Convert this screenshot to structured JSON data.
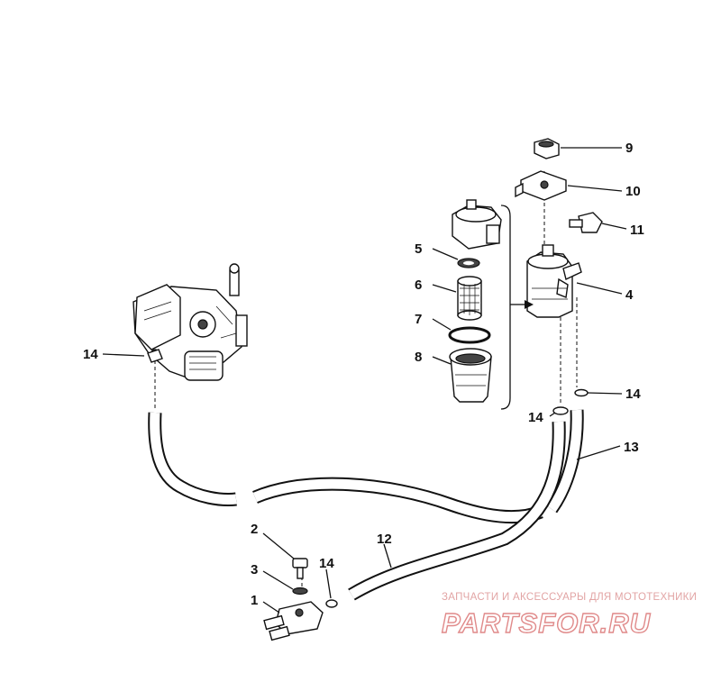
{
  "diagram": {
    "callouts": [
      {
        "id": "9",
        "label": "9"
      },
      {
        "id": "10",
        "label": "10"
      },
      {
        "id": "11",
        "label": "11"
      },
      {
        "id": "5",
        "label": "5"
      },
      {
        "id": "6",
        "label": "6"
      },
      {
        "id": "7",
        "label": "7"
      },
      {
        "id": "8",
        "label": "8"
      },
      {
        "id": "4",
        "label": "4"
      },
      {
        "id": "14a",
        "label": "14"
      },
      {
        "id": "14b",
        "label": "14"
      },
      {
        "id": "14c",
        "label": "14"
      },
      {
        "id": "14d",
        "label": "14"
      },
      {
        "id": "13",
        "label": "13"
      },
      {
        "id": "12",
        "label": "12"
      },
      {
        "id": "2",
        "label": "2"
      },
      {
        "id": "3",
        "label": "3"
      },
      {
        "id": "1",
        "label": "1"
      }
    ]
  },
  "watermark": {
    "tagline": "ЗАПЧАСТИ И АКСЕССУАРЫ ДЛЯ МОТОТЕХНИКИ",
    "logo": "PARTSFOR.RU"
  }
}
